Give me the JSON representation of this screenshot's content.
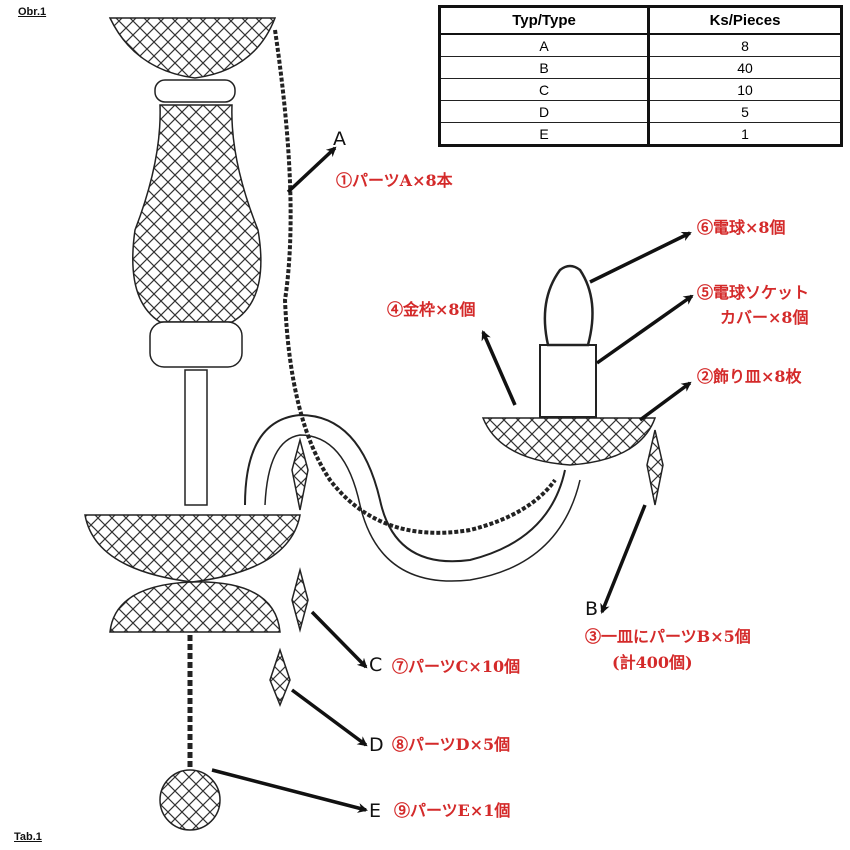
{
  "figure_ref": "Obr.1",
  "table_ref": "Tab.1",
  "table": {
    "headers": [
      "Typ/Type",
      "Ks/Pieces"
    ],
    "rows": [
      [
        "A",
        "8"
      ],
      [
        "B",
        "40"
      ],
      [
        "C",
        "10"
      ],
      [
        "D",
        "5"
      ],
      [
        "E",
        "1"
      ]
    ]
  },
  "part_letters": {
    "a": "A",
    "b": "B",
    "c": "C",
    "d": "D",
    "e": "E"
  },
  "labels": {
    "l1": "①パーツA×8本",
    "l2": "②飾り皿×8枚",
    "l3": "③一皿にパーツB×5個",
    "l3_sub": "(計400個)",
    "l4": "④金枠×8個",
    "l5": "⑤電球ソケット",
    "l5_sub": "カバー×8個",
    "l6": "⑥電球×8個",
    "l7": "⑦パーツC×10個",
    "l8": "⑧パーツD×5個",
    "l9": "⑨パーツE×1個"
  },
  "colors": {
    "label": "#d42a2a",
    "line": "#111111"
  }
}
